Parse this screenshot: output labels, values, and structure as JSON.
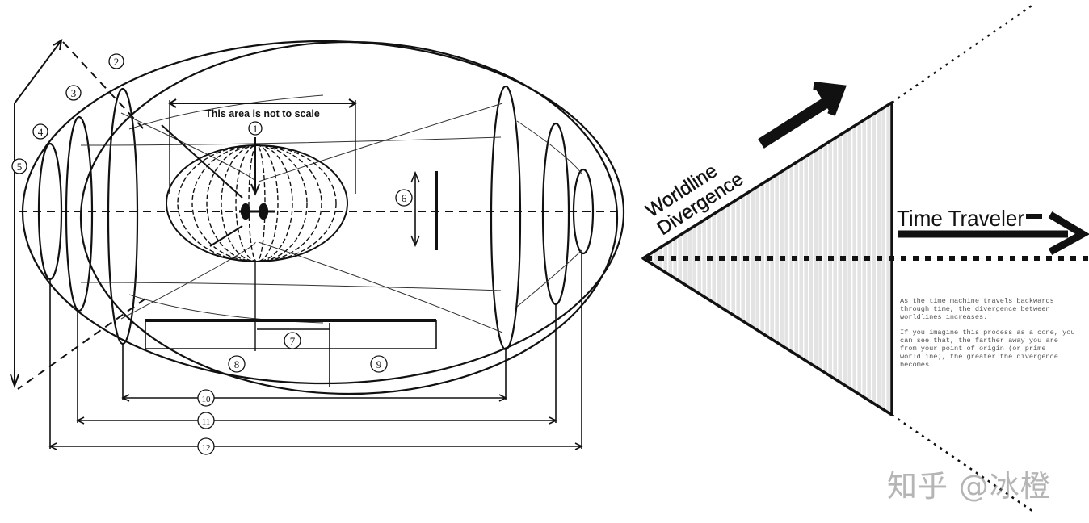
{
  "left_diagram": {
    "scale_note": "This area is not to scale",
    "markers": [
      "1",
      "2",
      "3",
      "4",
      "5",
      "6",
      "7",
      "8",
      "9",
      "10",
      "11",
      "12"
    ]
  },
  "right_diagram": {
    "worldline_label_line1": "Worldline",
    "worldline_label_line2": "Divergence",
    "traveler_label": "Time Traveler",
    "note_paragraph_1": "As the time machine travels backwards through time, the divergence between worldlines increases.",
    "note_paragraph_2": "If you imagine this process as a cone, you can see that, the farther away you are from your point of origin (or prime worldline), the greater the divergence becomes."
  },
  "watermark": "知乎 @冰橙",
  "colors": {
    "ink": "#111111",
    "cone_fill": "#e6e6e6",
    "stripe": "#ffffff",
    "watermark": "#9a9a9a"
  }
}
